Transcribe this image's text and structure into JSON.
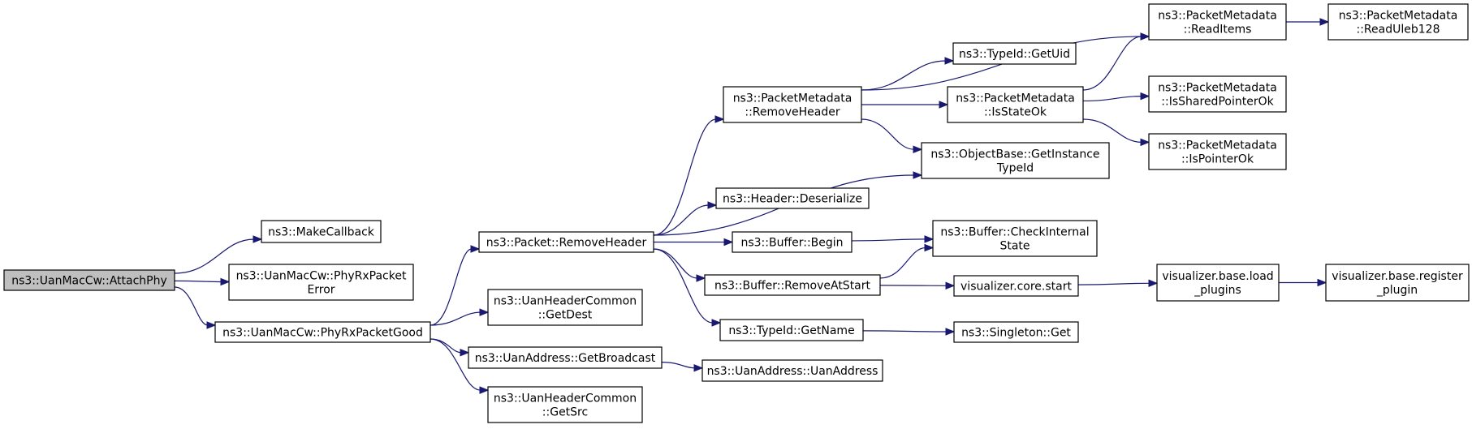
{
  "diagram_title": "",
  "colors": {
    "edge": "#191970",
    "root_fill": "#bfbfbf",
    "node_fill": "#ffffff",
    "border": "#000000"
  },
  "nodes": {
    "attach_phy": {
      "lines": [
        "ns3::UanMacCw::AttachPhy"
      ]
    },
    "make_callback": {
      "lines": [
        "ns3::MakeCallback"
      ]
    },
    "phy_rx_packet_error": {
      "lines": [
        "ns3::UanMacCw::PhyRxPacket",
        "Error"
      ]
    },
    "phy_rx_packet_good": {
      "lines": [
        "ns3::UanMacCw::PhyRxPacketGood"
      ]
    },
    "packet_remove_header": {
      "lines": [
        "ns3::Packet::RemoveHeader"
      ]
    },
    "uan_header_get_dest": {
      "lines": [
        "ns3::UanHeaderCommon",
        "::GetDest"
      ]
    },
    "uan_address_get_broadcast": {
      "lines": [
        "ns3::UanAddress::GetBroadcast"
      ]
    },
    "uan_header_get_src": {
      "lines": [
        "ns3::UanHeaderCommon",
        "::GetSrc"
      ]
    },
    "uan_address_ctor": {
      "lines": [
        "ns3::UanAddress::UanAddress"
      ]
    },
    "pm_remove_header": {
      "lines": [
        "ns3::PacketMetadata",
        "::RemoveHeader"
      ]
    },
    "header_deserialize": {
      "lines": [
        "ns3::Header::Deserialize"
      ]
    },
    "buffer_begin": {
      "lines": [
        "ns3::Buffer::Begin"
      ]
    },
    "buffer_remove_at_start": {
      "lines": [
        "ns3::Buffer::RemoveAtStart"
      ]
    },
    "typeid_get_name": {
      "lines": [
        "ns3::TypeId::GetName"
      ]
    },
    "typeid_get_uid": {
      "lines": [
        "ns3::TypeId::GetUid"
      ]
    },
    "pm_is_state_ok": {
      "lines": [
        "ns3::PacketMetadata",
        "::IsStateOk"
      ]
    },
    "objectbase_get_instance_typeid": {
      "lines": [
        "ns3::ObjectBase::GetInstance",
        "TypeId"
      ]
    },
    "buffer_check_internal_state": {
      "lines": [
        "ns3::Buffer::CheckInternal",
        "State"
      ]
    },
    "viz_core_start": {
      "lines": [
        "visualizer.core.start"
      ]
    },
    "singleton_get": {
      "lines": [
        "ns3::Singleton::Get"
      ]
    },
    "pm_read_items": {
      "lines": [
        "ns3::PacketMetadata",
        "::ReadItems"
      ]
    },
    "pm_is_shared_pointer_ok": {
      "lines": [
        "ns3::PacketMetadata",
        "::IsSharedPointerOk"
      ]
    },
    "pm_is_pointer_ok": {
      "lines": [
        "ns3::PacketMetadata",
        "::IsPointerOk"
      ]
    },
    "viz_base_load_plugins": {
      "lines": [
        "visualizer.base.load",
        "_plugins"
      ]
    },
    "pm_read_uleb128": {
      "lines": [
        "ns3::PacketMetadata",
        "::ReadUleb128"
      ]
    },
    "viz_base_register_plugin": {
      "lines": [
        "visualizer.base.register",
        "_plugin"
      ]
    }
  },
  "edges": [
    {
      "from": "attach_phy",
      "to": "make_callback"
    },
    {
      "from": "attach_phy",
      "to": "phy_rx_packet_error"
    },
    {
      "from": "attach_phy",
      "to": "phy_rx_packet_good"
    },
    {
      "from": "phy_rx_packet_good",
      "to": "packet_remove_header"
    },
    {
      "from": "phy_rx_packet_good",
      "to": "uan_header_get_dest"
    },
    {
      "from": "phy_rx_packet_good",
      "to": "uan_address_get_broadcast"
    },
    {
      "from": "phy_rx_packet_good",
      "to": "uan_header_get_src"
    },
    {
      "from": "uan_address_get_broadcast",
      "to": "uan_address_ctor"
    },
    {
      "from": "packet_remove_header",
      "to": "pm_remove_header"
    },
    {
      "from": "packet_remove_header",
      "to": "objectbase_get_instance_typeid"
    },
    {
      "from": "packet_remove_header",
      "to": "header_deserialize"
    },
    {
      "from": "packet_remove_header",
      "to": "buffer_begin"
    },
    {
      "from": "packet_remove_header",
      "to": "buffer_remove_at_start"
    },
    {
      "from": "packet_remove_header",
      "to": "typeid_get_name"
    },
    {
      "from": "pm_remove_header",
      "to": "pm_read_items"
    },
    {
      "from": "pm_remove_header",
      "to": "typeid_get_uid"
    },
    {
      "from": "pm_remove_header",
      "to": "pm_is_state_ok"
    },
    {
      "from": "pm_remove_header",
      "to": "objectbase_get_instance_typeid"
    },
    {
      "from": "pm_is_state_ok",
      "to": "pm_read_items"
    },
    {
      "from": "pm_is_state_ok",
      "to": "pm_is_shared_pointer_ok"
    },
    {
      "from": "pm_is_state_ok",
      "to": "pm_is_pointer_ok"
    },
    {
      "from": "pm_read_items",
      "to": "pm_read_uleb128"
    },
    {
      "from": "buffer_begin",
      "to": "buffer_check_internal_state"
    },
    {
      "from": "buffer_remove_at_start",
      "to": "buffer_check_internal_state"
    },
    {
      "from": "buffer_remove_at_start",
      "to": "viz_core_start"
    },
    {
      "from": "typeid_get_name",
      "to": "singleton_get"
    },
    {
      "from": "viz_core_start",
      "to": "viz_base_load_plugins"
    },
    {
      "from": "viz_base_load_plugins",
      "to": "viz_base_register_plugin"
    }
  ]
}
